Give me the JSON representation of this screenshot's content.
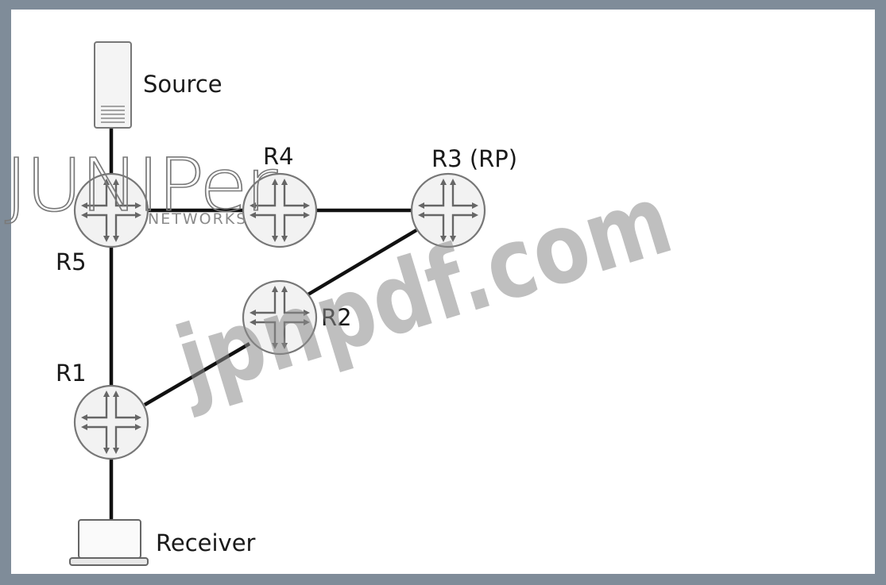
{
  "nodes": {
    "source": {
      "label": "Source"
    },
    "receiver": {
      "label": "Receiver"
    },
    "r1": {
      "label": "R1"
    },
    "r2": {
      "label": "R2"
    },
    "r3": {
      "label": "R3 (RP)"
    },
    "r4": {
      "label": "R4"
    },
    "r5": {
      "label": "R5"
    }
  },
  "links": [
    {
      "from": "source",
      "to": "r5"
    },
    {
      "from": "r5",
      "to": "r4"
    },
    {
      "from": "r4",
      "to": "r3"
    },
    {
      "from": "r5",
      "to": "r1"
    },
    {
      "from": "r1",
      "to": "r2"
    },
    {
      "from": "r2",
      "to": "r3"
    },
    {
      "from": "r1",
      "to": "receiver"
    }
  ],
  "watermarks": {
    "brand": "JUNIPer",
    "brand_sub": "NETWORKS",
    "site": "jpnpdf.com"
  },
  "colors": {
    "background": "#7f8c99",
    "canvas": "#ffffff",
    "line": "#111111",
    "router_fill": "#f2f2f2",
    "router_stroke": "#777777"
  }
}
